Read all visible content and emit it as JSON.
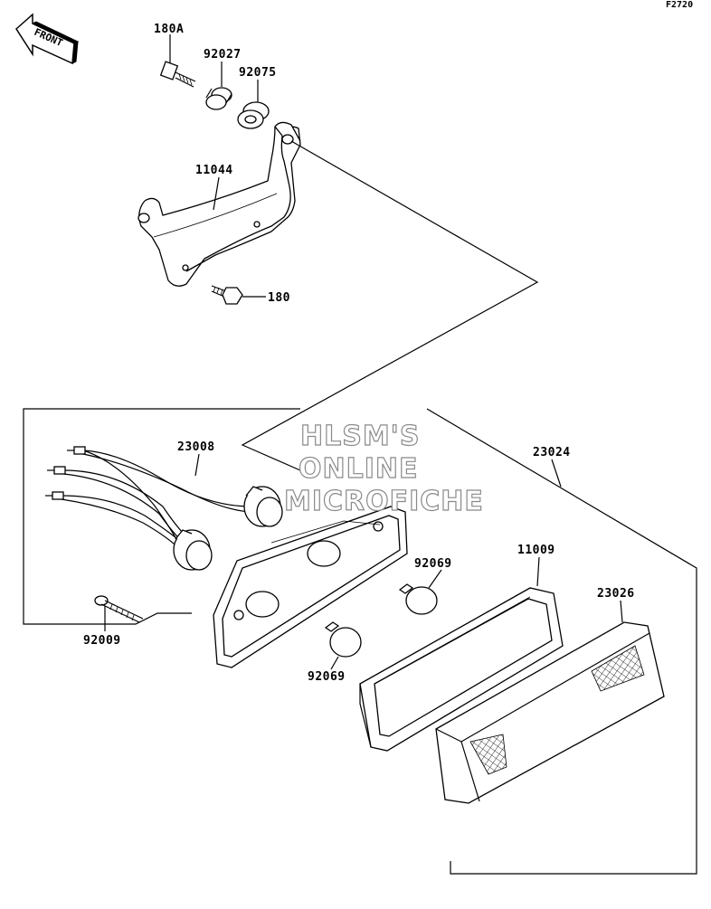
{
  "diagram_code": "F2720",
  "front_arrow_label": "FRONT",
  "watermark": [
    "HLSM'S",
    "ONLINE",
    "MICROFICHE"
  ],
  "parts": {
    "p180A": "180A",
    "p92027": "92027",
    "p92075": "92075",
    "p11044": "11044",
    "p180": "180",
    "p23008": "23008",
    "p23024": "23024",
    "p11009": "11009",
    "p23026": "23026",
    "p92069_upper": "92069",
    "p92069_lower": "92069",
    "p92009": "92009"
  }
}
